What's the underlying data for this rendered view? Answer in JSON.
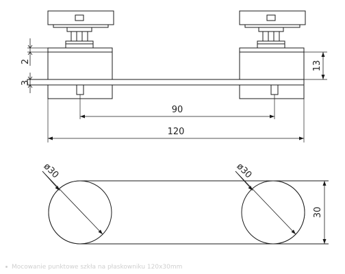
{
  "drawing": {
    "dimensions": {
      "d2": "2",
      "d3": "3",
      "d13": "13",
      "d90": "90",
      "d120": "120",
      "dia_left": "ø30",
      "dia_right": "ø30",
      "d30": "30"
    },
    "colors": {
      "line": "#1a1a1a",
      "caption": "#cfcfcf"
    }
  },
  "caption": {
    "text": "Mocowanie punktowe szkła na płaskowniku 120x30mm"
  }
}
